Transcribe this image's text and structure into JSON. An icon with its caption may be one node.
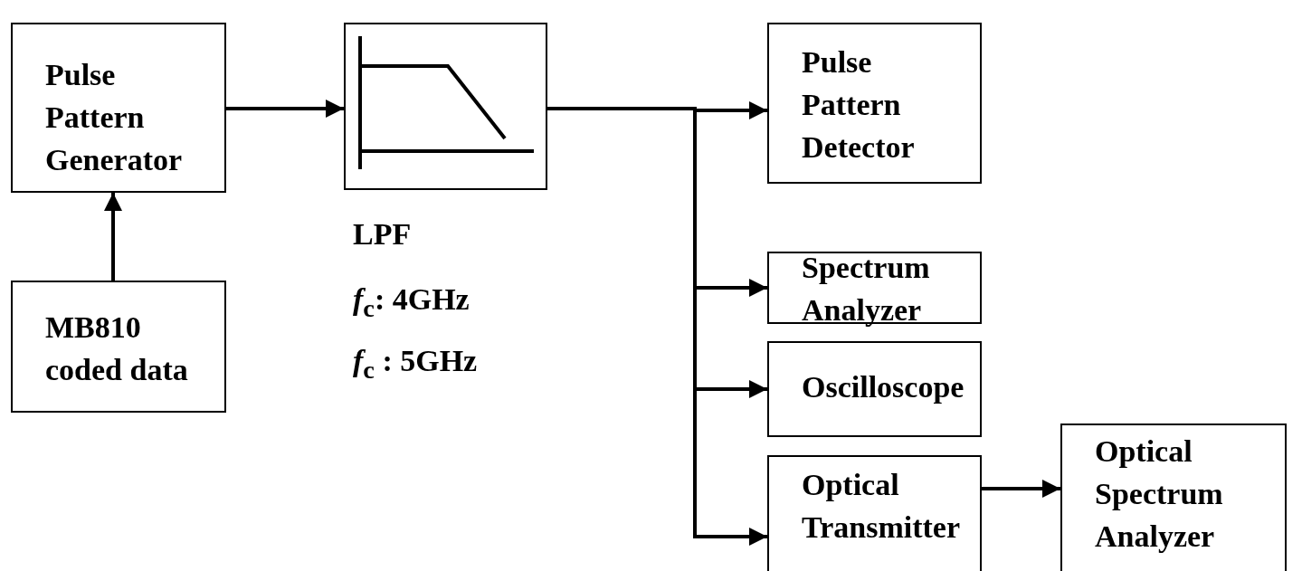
{
  "diagram": {
    "nodes": [
      {
        "text": [
          "Pulse Pattern Generator"
        ]
      },
      {
        "text": [
          "MB810 coded data"
        ]
      },
      {
        "text": [],
        "shape": "picture",
        "beside": [
          "LPF",
          "*f*$_{c}$: 4GHz",
          "*f*$_{c}$ : 5GHz"
        ]
      },
      {
        "text": [
          "Pulse Pattern Detector"
        ]
      },
      {
        "text": [
          "Spectrum Analyzer"
        ]
      },
      {
        "text": [
          "Oscilloscope"
        ]
      },
      {
        "text": [
          "Optical Transmitter"
        ]
      },
      {
        "text": [
          "Optical Spectrum Analyzer"
        ]
      }
    ],
    "edges": [
      {
        "from": 1,
        "to": 0,
        "arrow": "to"
      },
      {
        "from": 0,
        "to": 2,
        "arrow": "to"
      },
      {
        "from": 2,
        "to": 3,
        "arrow": "to"
      },
      {
        "from": 2,
        "to": 4,
        "arrow": "to"
      },
      {
        "from": 2,
        "to": 5,
        "arrow": "to"
      },
      {
        "from": 2,
        "to": 6,
        "arrow": "to"
      },
      {
        "from": 6,
        "to": 7,
        "arrow": "to"
      }
    ]
  }
}
